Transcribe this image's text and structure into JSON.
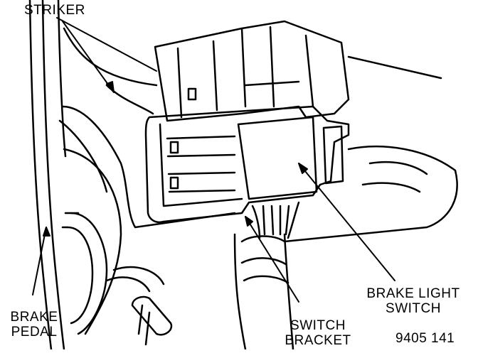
{
  "labels": {
    "striker": "STRIKER",
    "brake_light_switch_line1": "BRAKE LIGHT",
    "brake_light_switch_line2": "SWITCH",
    "switch_bracket_line1": "SWITCH",
    "switch_bracket_line2": "BRACKET",
    "brake_pedal_line1": "BRAKE",
    "brake_pedal_line2": "PEDAL",
    "figure_number": "9405 141"
  },
  "colors": {
    "ink": "#000000",
    "paper": "#ffffff"
  }
}
